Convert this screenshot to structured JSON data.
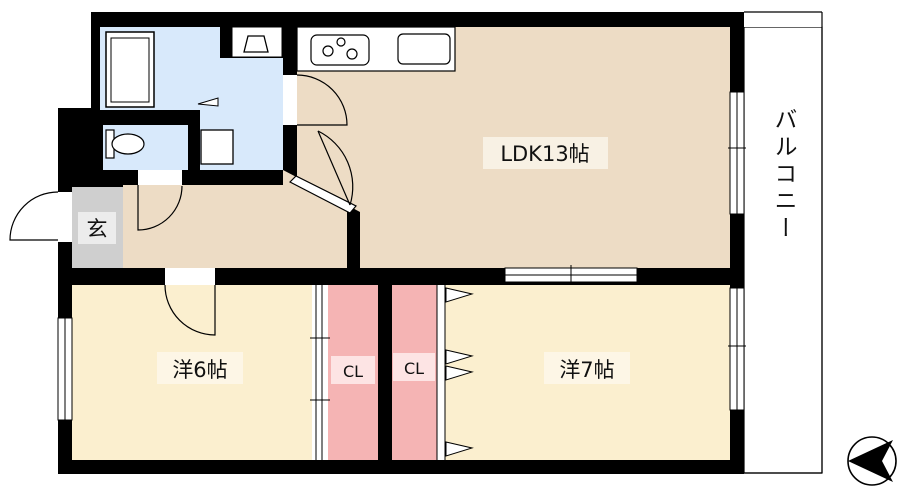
{
  "rooms": {
    "ldk": "LDK13帖",
    "western6": "洋6帖",
    "western7": "洋7帖",
    "entrance": "玄",
    "closet_left": "CL",
    "closet_right": "CL",
    "balcony": "バルコニー"
  },
  "colors": {
    "wall": "#000000",
    "ldk_floor": "#eddcc5",
    "western_floor": "#fbefcf",
    "wet_area": "#d8e9fb",
    "closet": "#f5b4b4",
    "entrance": "#cfcfcf",
    "label_bg": "#f8f1e4"
  },
  "icons": {
    "compass": "north-arrow-icon"
  }
}
